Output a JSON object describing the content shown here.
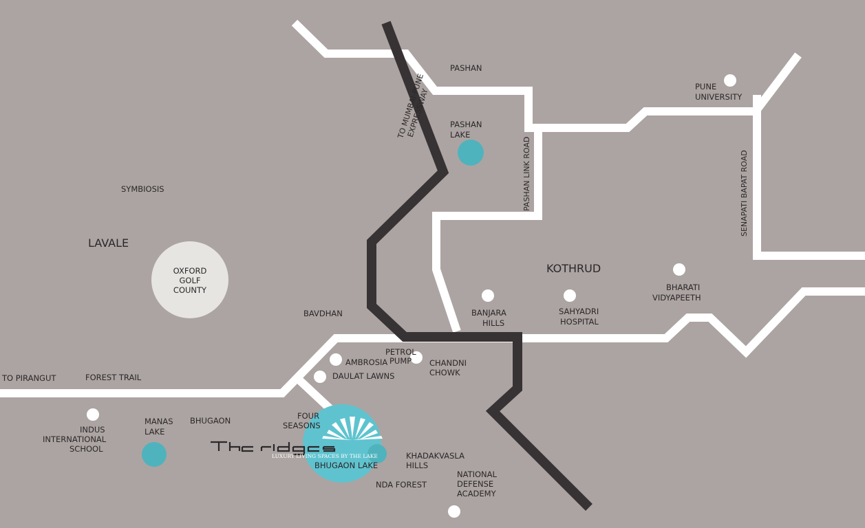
{
  "colors": {
    "background": "#aca4a2",
    "road": "#ffffff",
    "expressway": "#373335",
    "lake": "#4fb3bd",
    "highlight": "#5fc3cf",
    "golf": "#e6e5e1",
    "text": "#2b2729"
  },
  "areas": {
    "pashan": "PASHAN",
    "symbiosis": "SYMBIOSIS",
    "lavale": "LAVALE",
    "kothrud": "KOTHRUD",
    "bavdhan": "BAVDHAN",
    "bhugaon": "BHUGAON",
    "to_pirangut": "TO PIRANGUT",
    "forest_trail": "FOREST TRAIL",
    "nda_forest": "NDA FOREST",
    "daulat_lawns": "DAULAT LAWNS",
    "bhugaon_lake": "BHUGAON LAKE"
  },
  "roads": {
    "expressway_line1": "TO MUMBAI-PUNE",
    "expressway_line2": "EXPRESSWAY",
    "pashan_link": "PASHAN LINK ROAD",
    "senapati_bapat": "SENAPATI BAPAT ROAD"
  },
  "landmarks": {
    "pune_university": [
      "PUNE",
      "UNIVERSITY"
    ],
    "pashan_lake": [
      "PASHAN",
      "LAKE"
    ],
    "oxford_golf": [
      "OXFORD",
      "GOLF",
      "COUNTY"
    ],
    "bharati": [
      "BHARATI",
      "VIDYAPEETH"
    ],
    "banjara": [
      "BANJARA",
      "HILLS"
    ],
    "sahyadri": [
      "SAHYADRI",
      "HOSPITAL"
    ],
    "petrol_pump": [
      "PETROL",
      "PUMP"
    ],
    "ambrosia": "AMBROSIA",
    "chandni": [
      "CHANDNI",
      "CHOWK"
    ],
    "four_seasons": [
      "FOUR",
      "SEASONS"
    ],
    "manas_lake": [
      "MANAS",
      "LAKE"
    ],
    "indus": [
      "INDUS",
      "INTERNATIONAL",
      "SCHOOL"
    ],
    "khadakvasla": [
      "KHADAKVASLA",
      "HILLS"
    ],
    "nda_academy": [
      "NATIONAL",
      "DEFENSE",
      "ACADEMY"
    ]
  },
  "brand": {
    "name": "THE RIDGES",
    "tagline": "LUXURY LIVING SPACES BY THE LAKE",
    "logo_icon": "agave-plant-icon"
  }
}
